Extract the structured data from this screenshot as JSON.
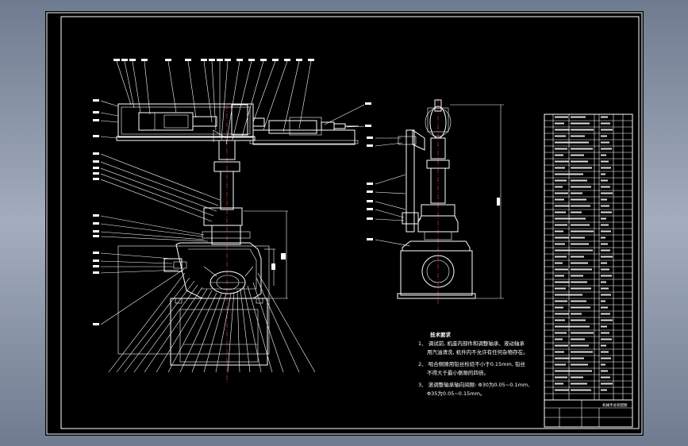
{
  "drawing": {
    "technical_requirements": {
      "title": "技术要求",
      "items": [
        {
          "line1": "1、 调试前, 机座内部件和调整轴承、液动轴承",
          "line2": "用汽油清洗, 机件内不允许有任何杂物存在。"
        },
        {
          "line1": "2、 啮合侧隙用铅丝检验不小于0.15mm, 铅丝",
          "line2": "不得大于最小侧隙的四倍。"
        },
        {
          "line1": "3、 滚调整轴承轴向间隙: Φ30为0.05~0.1mm,",
          "line2": "Φ35为0.05~0.15mm。"
        }
      ]
    },
    "title_block": {
      "drawing_name": "机械手总装配图"
    }
  }
}
